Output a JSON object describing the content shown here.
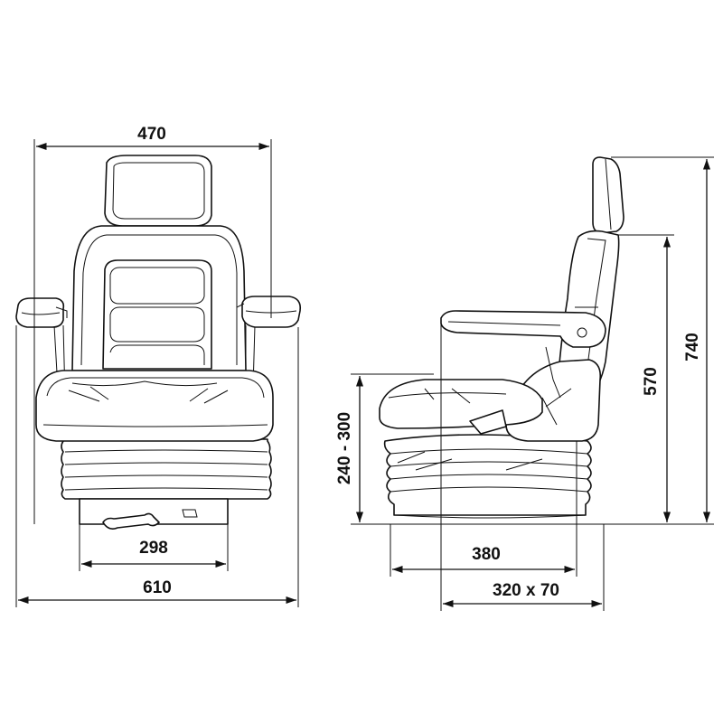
{
  "dimensions": {
    "front_width_top": "470",
    "base_width": "298",
    "overall_width": "610",
    "seat_height_range": "240 - 300",
    "seat_depth": "380",
    "rail_spec": "320 x 70",
    "backrest_height": "570",
    "overall_height": "740"
  }
}
